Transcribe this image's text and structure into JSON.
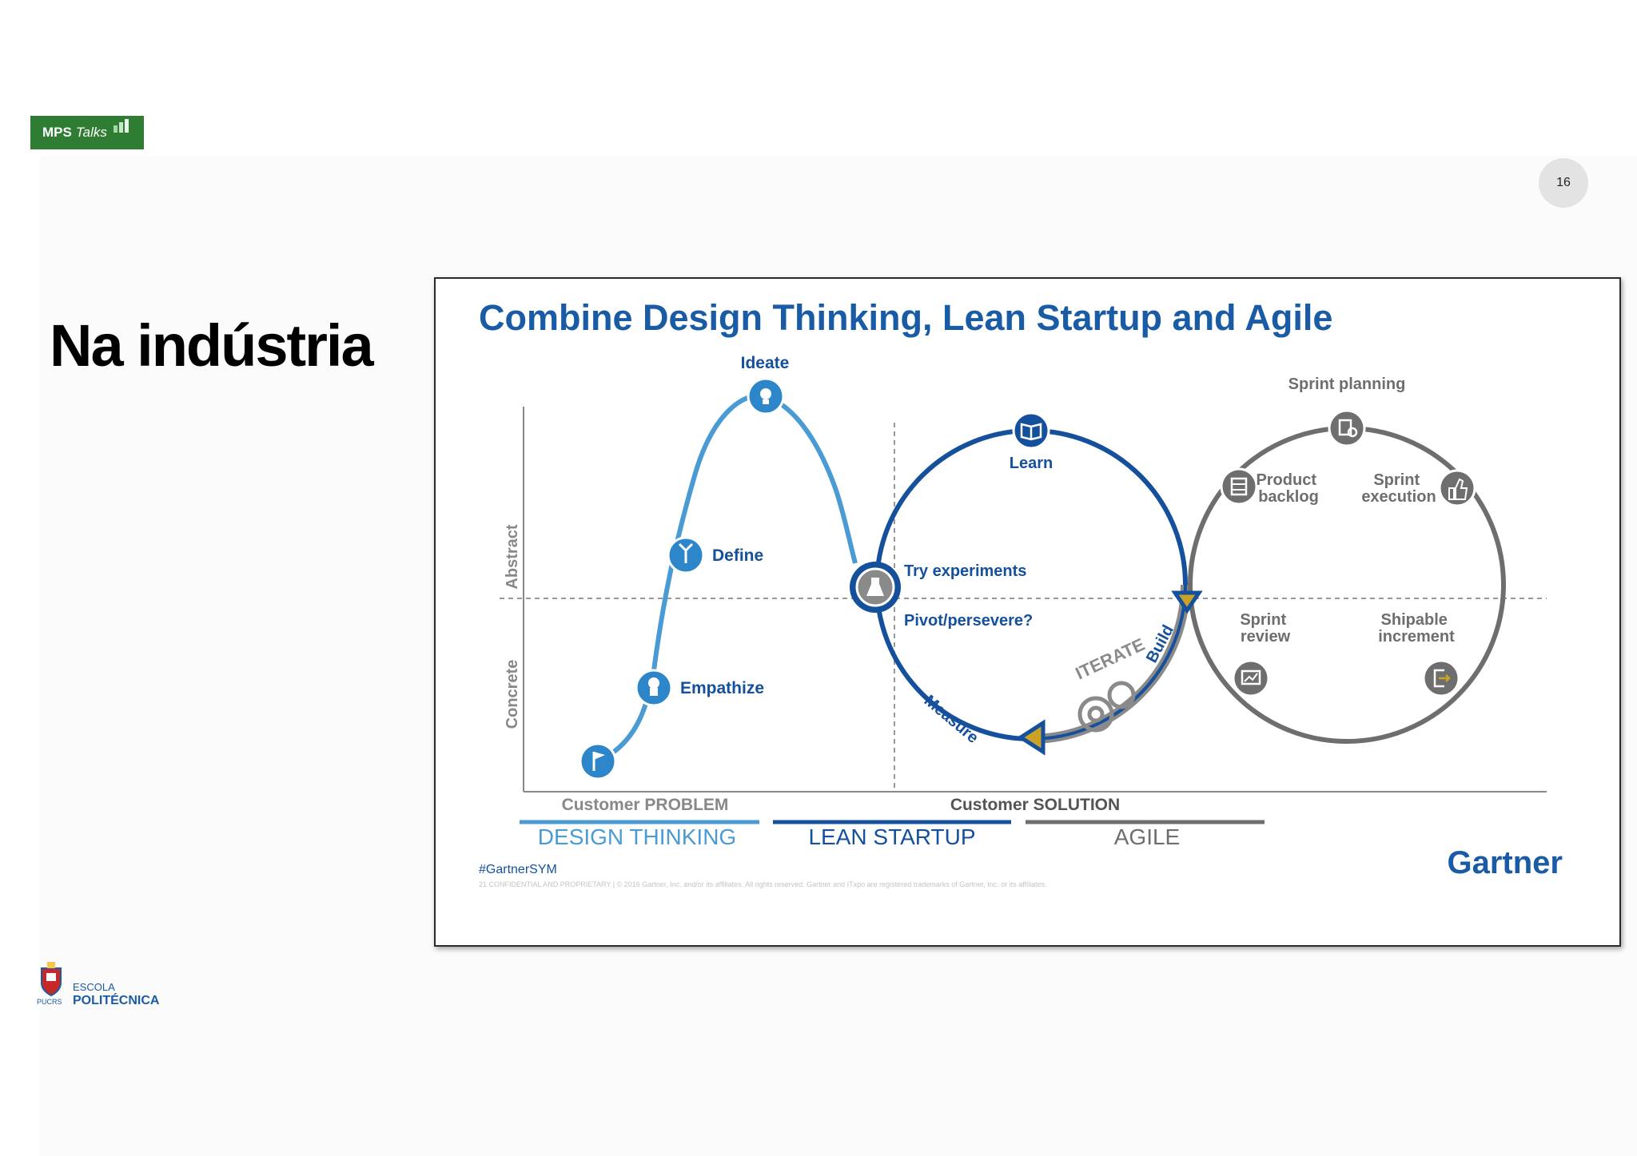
{
  "header": {
    "brand_main": "MPS",
    "brand_italic": "Talks",
    "page_number": "16"
  },
  "slide": {
    "title": "Na indústria"
  },
  "diagram": {
    "title": "Combine Design Thinking, Lean Startup and Agile",
    "axis_abstract": "Abstract",
    "axis_concrete": "Concrete",
    "design": {
      "ideate": "Ideate",
      "define": "Define",
      "empathize": "Empathize"
    },
    "lean": {
      "learn": "Learn",
      "try": "Try experiments",
      "pivot": "Pivot/persevere?",
      "measure": "Measure",
      "build": "Build",
      "iterate": "ITERATE"
    },
    "agile": {
      "sprint_planning": "Sprint planning",
      "product_1": "Product",
      "product_2": "backlog",
      "execution_1": "Sprint",
      "execution_2": "execution",
      "review_1": "Sprint",
      "review_2": "review",
      "shipable_1": "Shipable",
      "shipable_2": "increment"
    },
    "customer_problem": "Customer PROBLEM",
    "customer_solution": "Customer SOLUTION",
    "phase_design": "DESIGN THINKING",
    "phase_lean": "LEAN STARTUP",
    "phase_agile": "AGILE",
    "hashtag": "#GartnerSYM",
    "footer": "21   CONFIDENTIAL AND PROPRIETARY  |  © 2016 Gartner, Inc. and/or its affiliates. All rights reserved. Gartner and ITxpo are registered trademarks of Gartner, Inc. or its affiliates.",
    "brand": "Gartner",
    "colors": {
      "title_blue": "#1a5ba5",
      "light_blue": "#4a9ad4",
      "dark_blue": "#15509c",
      "gray": "#6e6e6e",
      "gold": "#c9a227"
    }
  },
  "school": {
    "line1": "ESCOLA",
    "line2": "POLITÉCNICA",
    "short": "PUCRS"
  }
}
